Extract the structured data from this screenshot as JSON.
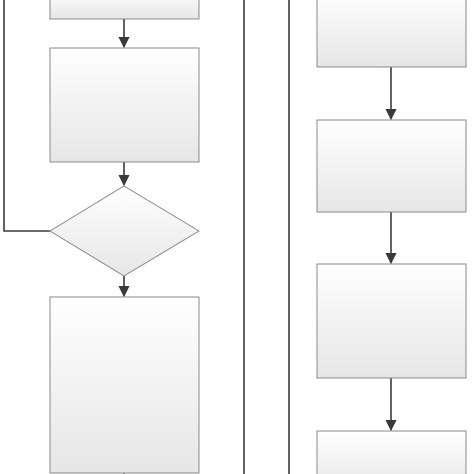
{
  "diagram": {
    "type": "flowchart",
    "lanes": [
      {
        "id": "left-lane",
        "nodes": [
          {
            "id": "process-top",
            "shape": "rect",
            "label": ""
          },
          {
            "id": "process-2",
            "shape": "rect",
            "label": ""
          },
          {
            "id": "decision-1",
            "shape": "diamond",
            "label": ""
          },
          {
            "id": "process-3",
            "shape": "rect",
            "label": ""
          }
        ]
      },
      {
        "id": "right-lane",
        "nodes": [
          {
            "id": "process-r1",
            "shape": "rect",
            "label": ""
          },
          {
            "id": "process-r2",
            "shape": "rect",
            "label": ""
          },
          {
            "id": "process-r3",
            "shape": "rect",
            "label": ""
          },
          {
            "id": "process-r4",
            "shape": "rect",
            "label": ""
          }
        ]
      }
    ],
    "edges": [
      {
        "from": "process-top",
        "to": "process-2"
      },
      {
        "from": "process-2",
        "to": "decision-1"
      },
      {
        "from": "decision-1",
        "to": "process-3"
      },
      {
        "from": "decision-1",
        "to": "process-top",
        "kind": "loop-back"
      },
      {
        "from": "process-r1",
        "to": "process-r2"
      },
      {
        "from": "process-r2",
        "to": "process-r3"
      },
      {
        "from": "process-r3",
        "to": "process-r4"
      }
    ],
    "colors": {
      "node_fill_top": "#ffffff",
      "node_fill_bottom": "#e6e6e6",
      "node_stroke": "#8a8a8a",
      "connector": "#3a3a3a"
    }
  }
}
